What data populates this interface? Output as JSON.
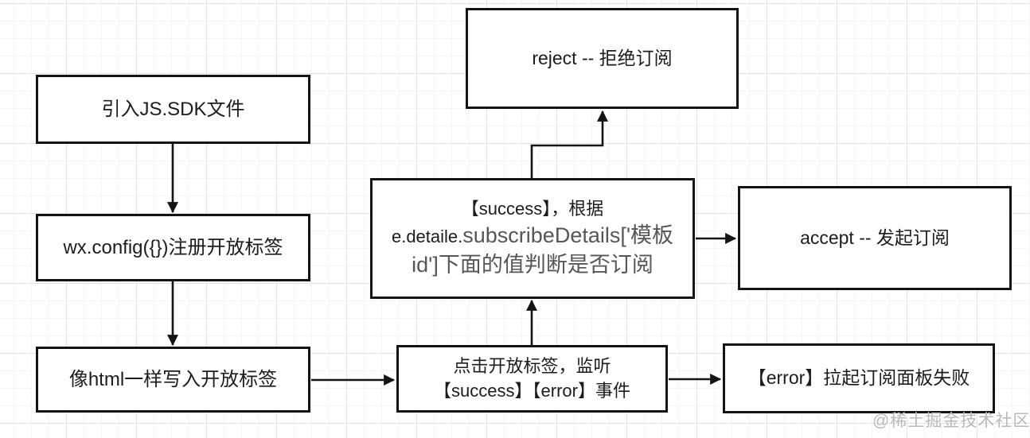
{
  "watermark": "@稀土掘金技术社区",
  "colors": {
    "box_border": "#141414",
    "text": "#1c1c1c",
    "highlight_text": "#565656",
    "watermark": "#b9b9b9",
    "grid_major": "#e3e3e3",
    "grid_minor": "#f6f6f6",
    "background": "#ffffff"
  },
  "nodes": {
    "import_sdk": {
      "label": "引入JS.SDK文件"
    },
    "register_tag": {
      "label": "wx.config({})注册开放标签"
    },
    "write_tag": {
      "label": "像html一样写入开放标签"
    },
    "listen_events": {
      "line1": "点击开放标签，监听",
      "line2": "【success】【error】事件"
    },
    "success_check": {
      "text_normal": "【success】，根据e.detaile.",
      "text_highlight": "subscribeDetails['模板id']下面的值判断是否订阅"
    },
    "reject": {
      "label": "reject -- 拒绝订阅"
    },
    "accept": {
      "label": "accept -- 发起订阅"
    },
    "error": {
      "label": "【error】拉起订阅面板失败"
    }
  }
}
